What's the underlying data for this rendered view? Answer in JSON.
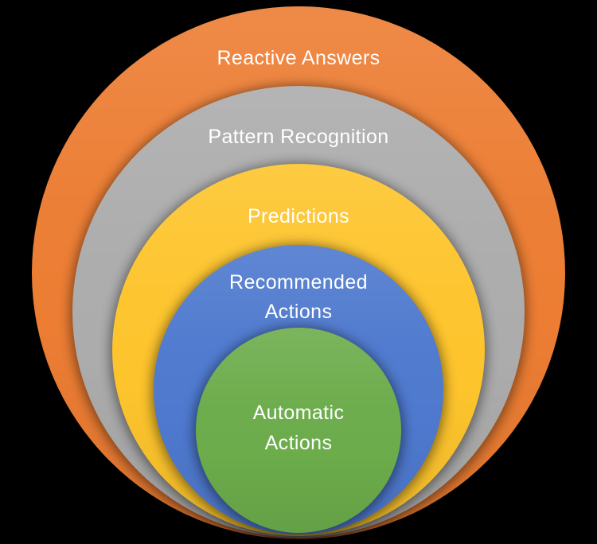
{
  "diagram": {
    "type": "nested-circles",
    "background_color": "#000000",
    "text_color": "#FFFFFF",
    "levels": [
      {
        "name": "reactive-answers",
        "lines": [
          "Reactive Answers"
        ],
        "color": "#EC7D33"
      },
      {
        "name": "pattern-recognition",
        "lines": [
          "Pattern Recognition"
        ],
        "color": "#ACACAC"
      },
      {
        "name": "predictions",
        "lines": [
          "Predictions"
        ],
        "color": "#FDC42C"
      },
      {
        "name": "recommended-actions",
        "lines": [
          "Recommended",
          "Actions"
        ],
        "color": "#4E79CE"
      },
      {
        "name": "automatic-actions",
        "lines": [
          "Automatic",
          "Actions"
        ],
        "color": "#6CAC4B"
      }
    ]
  }
}
